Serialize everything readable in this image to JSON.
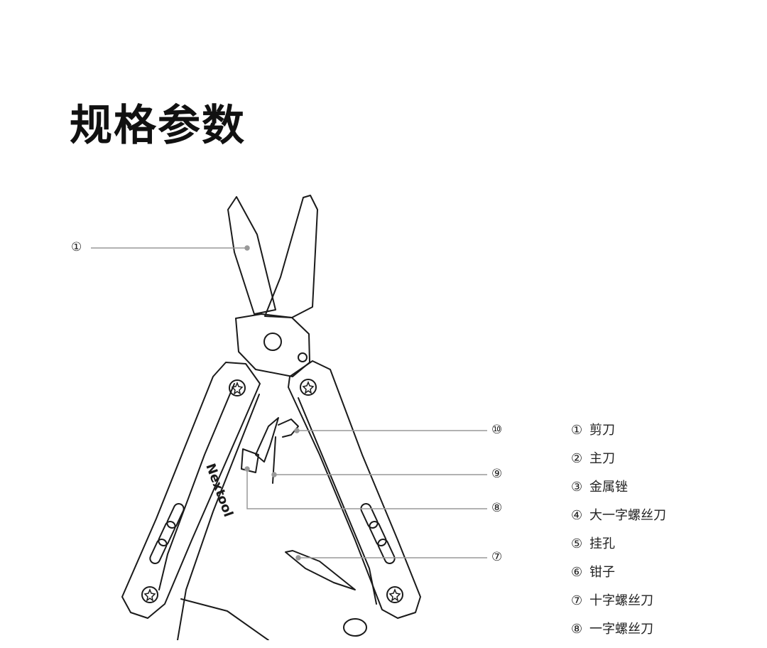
{
  "page": {
    "title": "规格参数"
  },
  "callouts": [
    "①",
    "⑩",
    "⑨",
    "⑧",
    "⑦"
  ],
  "legend": [
    {
      "num": "①",
      "label": "剪刀"
    },
    {
      "num": "②",
      "label": "主刀"
    },
    {
      "num": "③",
      "label": "金属锉"
    },
    {
      "num": "④",
      "label": "大一字螺丝刀"
    },
    {
      "num": "⑤",
      "label": "挂孔"
    },
    {
      "num": "⑥",
      "label": "钳子"
    },
    {
      "num": "⑦",
      "label": "十字螺丝刀"
    },
    {
      "num": "⑧",
      "label": "一字螺丝刀"
    }
  ],
  "brand": "Nextool",
  "colors": {
    "line": "#1a1a1a",
    "leader": "#999999",
    "text": "#111111"
  }
}
